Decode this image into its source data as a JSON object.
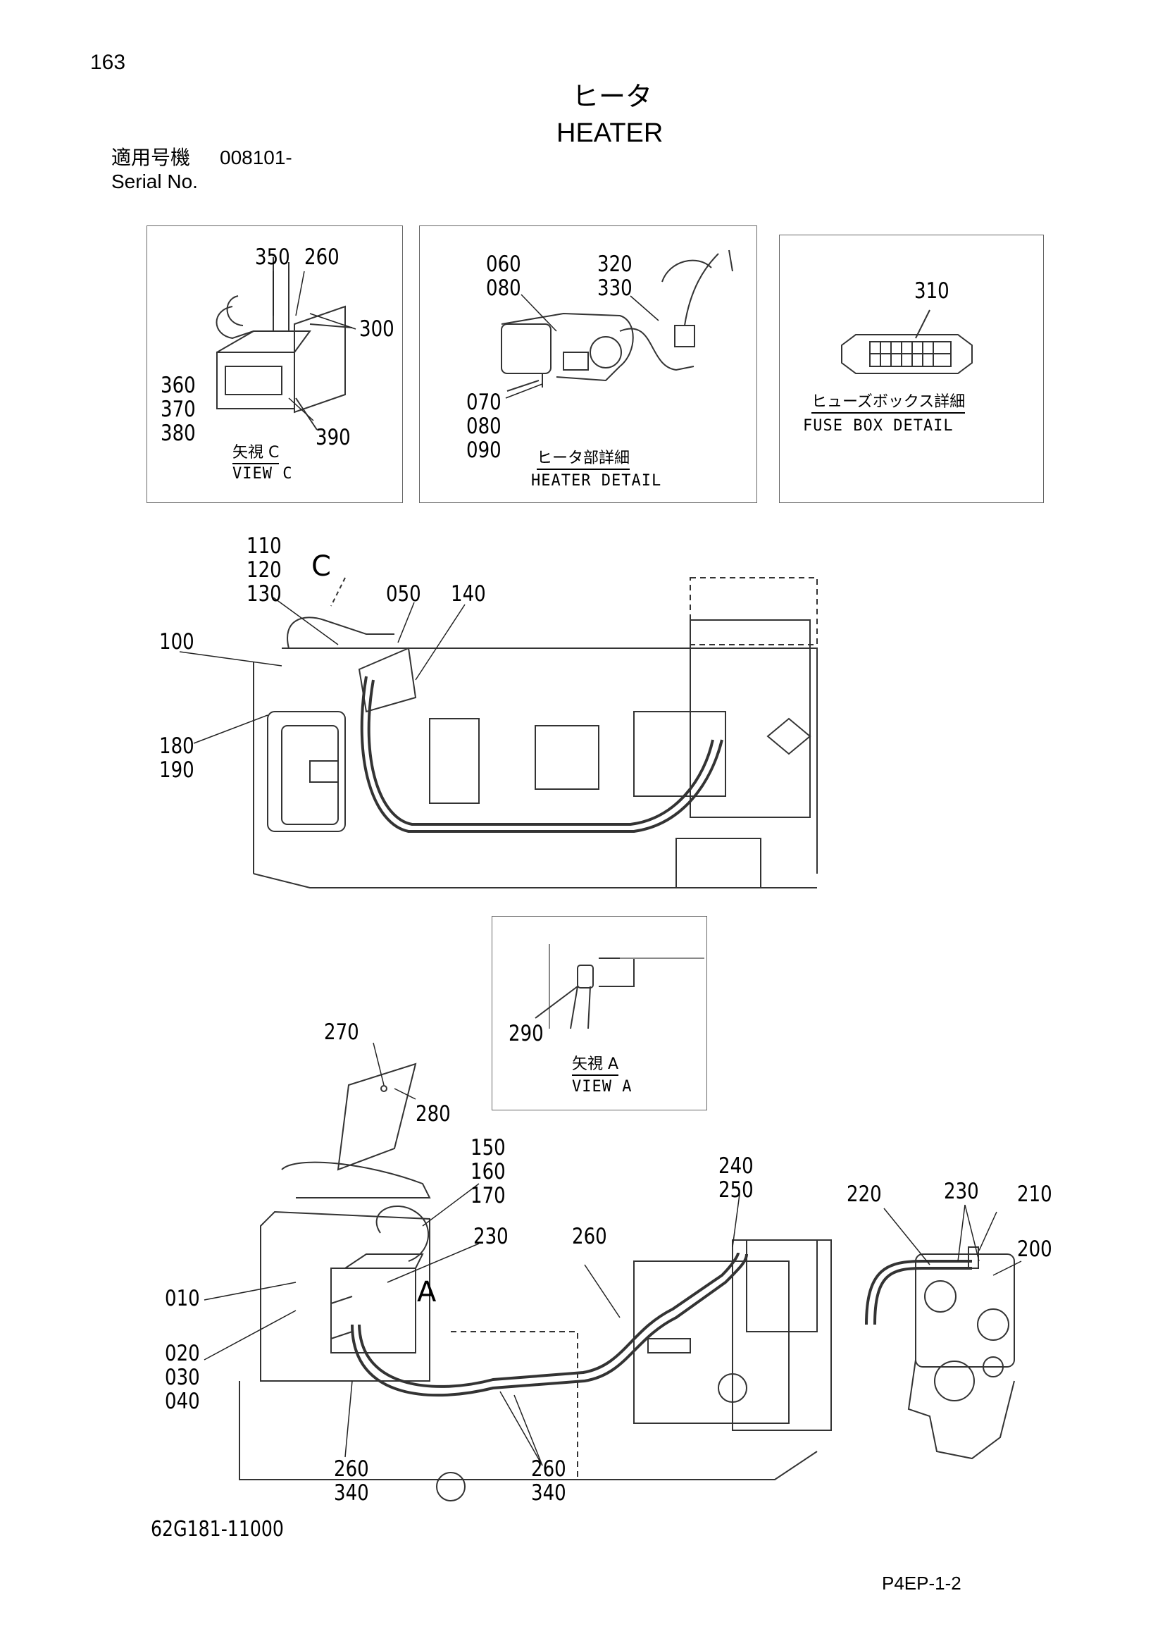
{
  "header": {
    "page_number": "163",
    "title_jp": "ヒータ",
    "title_en": "HEATER",
    "serial_label_jp": "適用号機",
    "serial_value": "008101-",
    "serial_label_en": "Serial No."
  },
  "panels": {
    "view_c": {
      "caption_jp": "矢視 C",
      "caption_en": "VIEW C",
      "labels": [
        "350",
        "260",
        "300",
        "360",
        "370",
        "380",
        "390"
      ]
    },
    "heater_detail": {
      "caption_jp": "ヒータ部詳細",
      "caption_en": "HEATER DETAIL",
      "labels": [
        "060",
        "080",
        "320",
        "330",
        "070",
        "080",
        "090"
      ]
    },
    "fuse_box_detail": {
      "caption_jp": "ヒューズボックス詳細",
      "caption_en": "FUSE BOX DETAIL",
      "labels": [
        "310"
      ]
    },
    "view_a": {
      "caption_jp": "矢視 A",
      "caption_en": "VIEW A",
      "labels": [
        "290"
      ]
    }
  },
  "top_view": {
    "view_marker": "C",
    "labels": [
      "110",
      "120",
      "130",
      "050",
      "140",
      "100",
      "180",
      "190"
    ]
  },
  "main_view": {
    "view_marker": "A",
    "labels": [
      "270",
      "280",
      "150",
      "160",
      "170",
      "230",
      "260",
      "240",
      "250",
      "010",
      "020",
      "030",
      "040",
      "260",
      "340",
      "260",
      "340"
    ]
  },
  "side_view": {
    "labels": [
      "220",
      "230",
      "210",
      "200"
    ]
  },
  "footer": {
    "drawing_number": "62G181-11000",
    "page_ref": "P4EP-1-2"
  }
}
